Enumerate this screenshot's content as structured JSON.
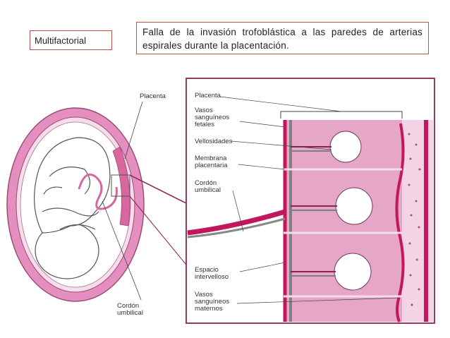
{
  "boxes": {
    "category": "Multifactorial",
    "description": "Falla de la invasión trofoblástica a las paredes de arterias espirales durante la placentación."
  },
  "labels": {
    "placenta_left": "Placenta",
    "cordon_left_1": "Cordón",
    "cordon_left_2": "umbilical",
    "placenta": "Placenta",
    "vasos_fetales_1": "Vasos",
    "vasos_fetales_2": "sanguíneos",
    "vasos_fetales_3": "fetales",
    "vellosidades": "Vellosidades",
    "membrana_1": "Membrana",
    "membrana_2": "placentaria",
    "cordon_1": "Cordón",
    "cordon_2": "umbilical",
    "espacio_1": "Espacio",
    "espacio_2": "intervelloso",
    "vasos_maternos_1": "Vasos",
    "vasos_maternos_2": "sanguíneos",
    "vasos_maternos_3": "maternos"
  },
  "colors": {
    "box_border": "#c0504d",
    "uterus": "#e48fbf",
    "uterus_inner": "#f7dcea",
    "placenta_tissue": "#d9679f",
    "intervillous": "#e6a6c8",
    "vessel": "#c2185b"
  }
}
